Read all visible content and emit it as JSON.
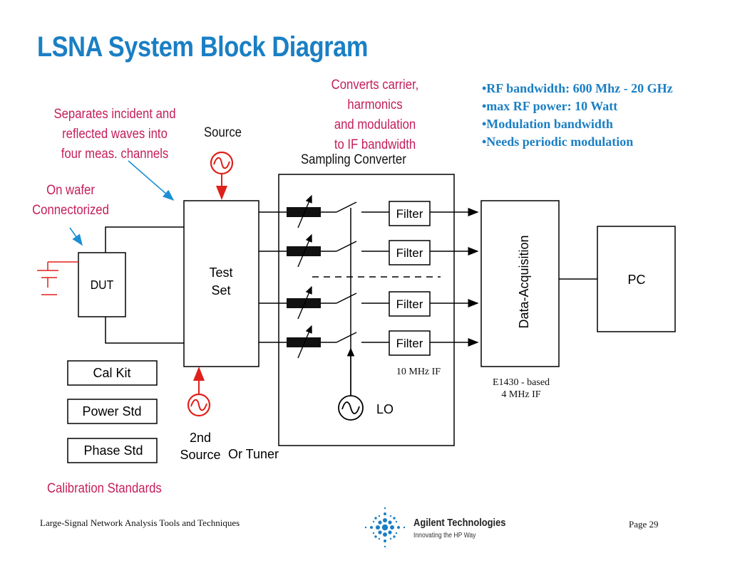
{
  "title": "LSNA System Block Diagram",
  "annotations": {
    "separates": [
      "Separates incident and",
      "reflected waves into",
      "four meas. channels"
    ],
    "converts": [
      "Converts carrier,",
      "harmonics",
      "and modulation",
      "to IF bandwidth"
    ],
    "on_wafer": [
      "On wafer",
      "Connectorized"
    ],
    "calibration_standards": "Calibration Standards"
  },
  "specs": [
    "•RF bandwidth: 600 Mhz - 20 GHz",
    "•max RF power: 10 Watt",
    "•Modulation bandwidth",
    "•Needs periodic modulation"
  ],
  "blocks": {
    "source": "Source",
    "sampling_converter": "Sampling Converter",
    "dut": "DUT",
    "test_set": [
      "Test",
      "Set"
    ],
    "filter": "Filter",
    "data_acquisition": "Data-Acquisition",
    "pc": "PC",
    "lo": "LO",
    "second_source": [
      "2nd",
      "Source"
    ],
    "or_tuner": "Or Tuner",
    "cal_kit": "Cal Kit",
    "power_std": "Power Std",
    "phase_std": "Phase Std"
  },
  "notes": {
    "if_10mhz": "10 MHz IF",
    "e1430": [
      "E1430 - based",
      "4 MHz IF"
    ]
  },
  "footer": {
    "left": "Large-Signal Network Analysis Tools and Techniques",
    "brand": "Agilent Technologies",
    "tagline": "Innovating the HP Way",
    "page": "Page 29"
  },
  "colors": {
    "title": "#1a7fc4",
    "annotation": "#c41e5a",
    "specs": "#1a7fc4",
    "arrow_blue": "#1a8fd6",
    "source_red": "#e0201b"
  }
}
